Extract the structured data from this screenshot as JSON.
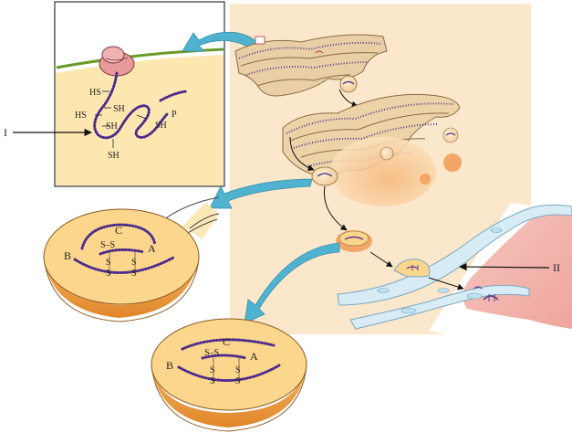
{
  "panel_labels": {
    "pointer_I": "I",
    "pointer_II": "II"
  },
  "inset_labels": {
    "hs_top": "HS",
    "sh_1": "SH",
    "hs_mid": "HS",
    "sh_2": "SH",
    "sh_3": "SH",
    "p": "P",
    "sh_bottom": "SH"
  },
  "vesicle1_labels": {
    "c": "C",
    "a": "A",
    "b": "B",
    "ss_top": "S–S",
    "s1": "S",
    "s2": "S",
    "s3": "S",
    "s4": "S"
  },
  "vesicle2_labels": {
    "c": "C",
    "a": "A",
    "b": "B",
    "ss_top": "S–S",
    "s1": "S",
    "s2": "S",
    "s3": "S",
    "s4": "S"
  },
  "colors": {
    "background_panel": "#fbe8cc",
    "cytoplasm": "#fde7b0",
    "membrane_green": "#6a9a2a",
    "chain_purple": "#4b2a8c",
    "golgi_fill": "#f2d9b0",
    "golgi_shadow": "#d9b88a",
    "arrow_cyan": "#4fb3cf",
    "vesicle_outer": "#f0a94a",
    "vesicle_inner": "#fcd68c",
    "blood_pink": "#f2b7b0",
    "vessel_blue": "#d8ecf6"
  }
}
